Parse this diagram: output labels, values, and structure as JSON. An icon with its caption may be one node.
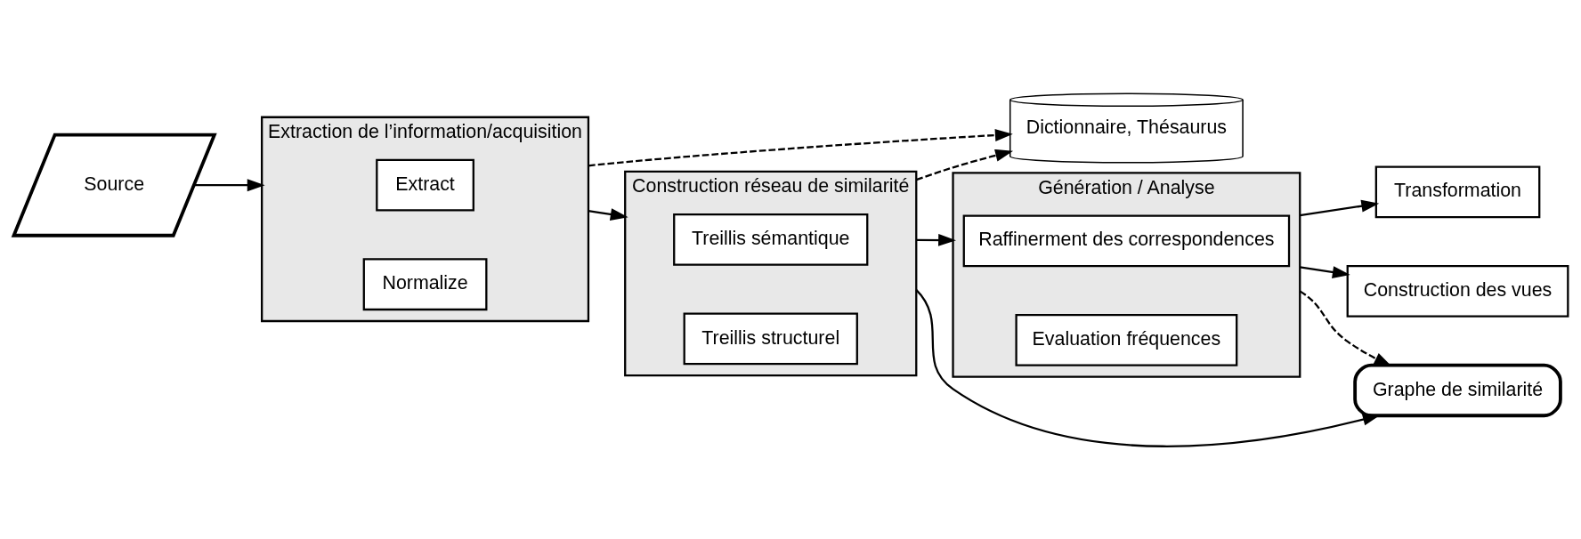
{
  "diagram": {
    "nodes": [
      {
        "text": [
          "Source"
        ]
      },
      {
        "text": [
          "Dictionnaire, Thésaurus"
        ]
      },
      {
        "text": [
          "Extraction de l’information/acquisition"
        ]
      },
      {
        "text": [
          "Extract"
        ],
        "in": 2
      },
      {
        "text": [
          "Normalize"
        ],
        "in": 2
      },
      {
        "text": [
          "Construction réseau de similarité"
        ]
      },
      {
        "text": [
          "Treillis sémantique"
        ],
        "in": 5
      },
      {
        "text": [
          "Treillis structurel"
        ],
        "in": 5
      },
      {
        "text": [
          "Génération / Analyse"
        ]
      },
      {
        "text": [
          "Raffinerment des correspondences"
        ],
        "in": 8
      },
      {
        "text": [
          "Evaluation fréquences"
        ],
        "in": 8
      },
      {
        "text": [
          "Transformation"
        ]
      },
      {
        "text": [
          "Construction des vues"
        ]
      },
      {
        "text": [
          "Graphe de similarité"
        ]
      }
    ],
    "edges": [
      {
        "from": 0,
        "to": 2,
        "arrow": "to"
      },
      {
        "from": 2,
        "to": 1,
        "arrow": "to",
        "style": "dashed"
      },
      {
        "from": 2,
        "to": 5,
        "arrow": "to"
      },
      {
        "from": 5,
        "to": 1,
        "arrow": "to",
        "style": "dashed"
      },
      {
        "from": 5,
        "to": 8,
        "arrow": "to"
      },
      {
        "from": 5,
        "to": 13,
        "arrow": "to"
      },
      {
        "from": 8,
        "to": 11,
        "arrow": "to"
      },
      {
        "from": 8,
        "to": 12,
        "arrow": "to"
      },
      {
        "from": 8,
        "to": 13,
        "arrow": "to",
        "style": "dashed"
      }
    ]
  }
}
